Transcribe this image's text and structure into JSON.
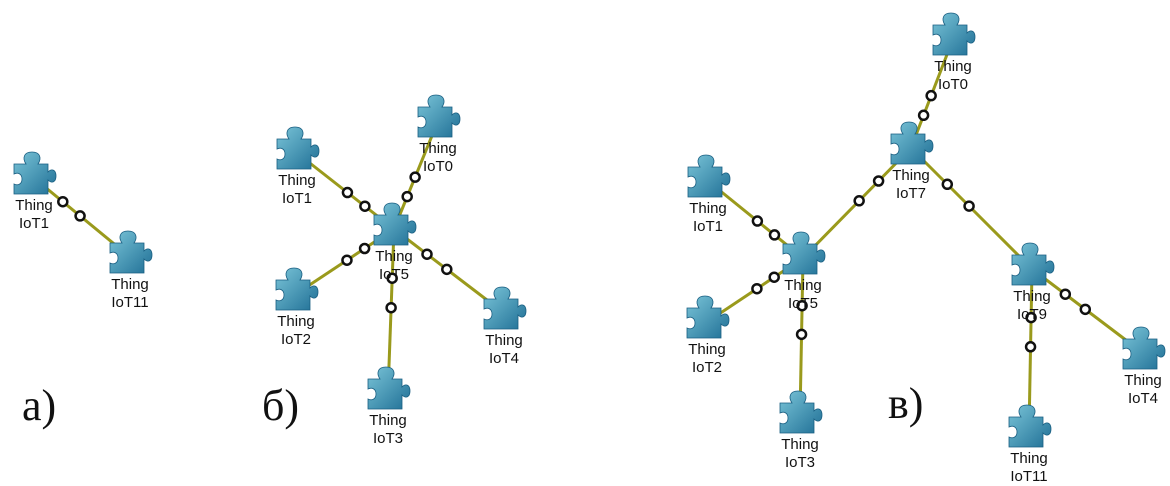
{
  "colors": {
    "link": "#9a9a1c",
    "port_stroke": "#111111",
    "port_fill": "#ffffff",
    "piece_light": "#7ac4d8",
    "piece_dark": "#1f6f95",
    "label_text": "#111111"
  },
  "icon": "puzzle-piece-icon",
  "panels": [
    {
      "id": "a",
      "label": "а)",
      "nodes": [
        {
          "id": "IoT1",
          "line1": "Thing",
          "line2": "IoT1"
        },
        {
          "id": "IoT11",
          "line1": "Thing",
          "line2": "IoT11"
        }
      ],
      "links": [
        [
          "IoT1",
          "IoT11"
        ]
      ]
    },
    {
      "id": "b",
      "label": "б)",
      "nodes": [
        {
          "id": "IoT0",
          "line1": "Thing",
          "line2": "IoT0"
        },
        {
          "id": "IoT1",
          "line1": "Thing",
          "line2": "IoT1"
        },
        {
          "id": "IoT5",
          "line1": "Thing",
          "line2": "IoT5"
        },
        {
          "id": "IoT2",
          "line1": "Thing",
          "line2": "IoT2"
        },
        {
          "id": "IoT4",
          "line1": "Thing",
          "line2": "IoT4"
        },
        {
          "id": "IoT3",
          "line1": "Thing",
          "line2": "IoT3"
        }
      ],
      "links": [
        [
          "IoT5",
          "IoT0"
        ],
        [
          "IoT5",
          "IoT1"
        ],
        [
          "IoT5",
          "IoT2"
        ],
        [
          "IoT5",
          "IoT4"
        ],
        [
          "IoT5",
          "IoT3"
        ]
      ]
    },
    {
      "id": "c",
      "label": "в)",
      "nodes": [
        {
          "id": "IoT0",
          "line1": "Thing",
          "line2": "IoT0"
        },
        {
          "id": "IoT7",
          "line1": "Thing",
          "line2": "IoT7"
        },
        {
          "id": "IoT1",
          "line1": "Thing",
          "line2": "IoT1"
        },
        {
          "id": "IoT5",
          "line1": "Thing",
          "line2": "IoT5"
        },
        {
          "id": "IoT2",
          "line1": "Thing",
          "line2": "IoT2"
        },
        {
          "id": "IoT3",
          "line1": "Thing",
          "line2": "IoT3"
        },
        {
          "id": "IoT9",
          "line1": "Thing",
          "line2": "IoT9"
        },
        {
          "id": "IoT4",
          "line1": "Thing",
          "line2": "IoT4"
        },
        {
          "id": "IoT11",
          "line1": "Thing",
          "line2": "IoT11"
        }
      ],
      "links": [
        [
          "IoT7",
          "IoT0"
        ],
        [
          "IoT7",
          "IoT5"
        ],
        [
          "IoT7",
          "IoT9"
        ],
        [
          "IoT5",
          "IoT1"
        ],
        [
          "IoT5",
          "IoT2"
        ],
        [
          "IoT5",
          "IoT3"
        ],
        [
          "IoT9",
          "IoT4"
        ],
        [
          "IoT9",
          "IoT11"
        ]
      ]
    }
  ]
}
